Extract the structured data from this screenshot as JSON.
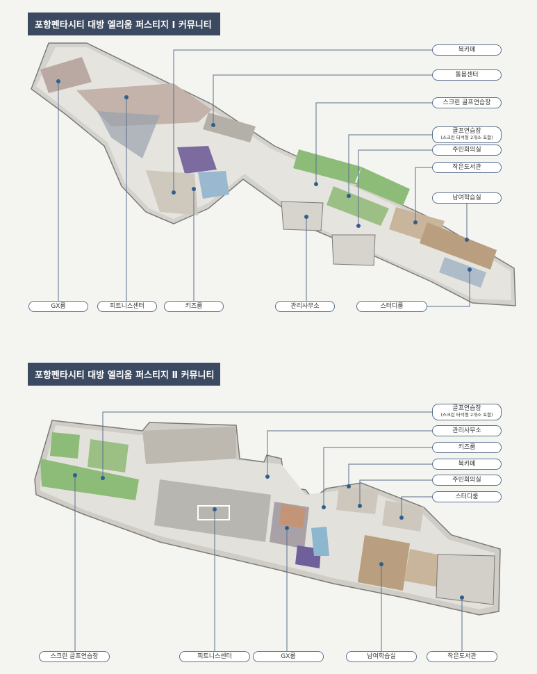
{
  "community1": {
    "title": "포항펜타시티 대방 엘리움 퍼스티지 Ⅰ  커뮤니티",
    "labels": {
      "book_cafe": "북카페",
      "care_center": "돌봄센터",
      "screen_golf": "스크린 골프연습장",
      "golf_practice": "골프연습장",
      "golf_practice_note": "(스크린 타석형 2개소 포함)",
      "residents_meeting": "주민회의실",
      "small_library": "작은도서관",
      "study_hall": "남여학습실",
      "gx_room": "GX룸",
      "fitness_center": "피트니스센터",
      "kids_room": "키즈룸",
      "management_office": "관리사무소",
      "study_room": "스터디룸"
    }
  },
  "community2": {
    "title": "포항펜타시티 대방 엘리움 퍼스티지 Ⅱ  커뮤니티",
    "labels": {
      "golf_practice": "골프연습장",
      "golf_practice_note": "(스크린 타석형 2개소 포함)",
      "management_office": "관리사무소",
      "kids_room": "키즈룸",
      "book_cafe": "북카페",
      "residents_meeting": "주민회의실",
      "study_room": "스터디룸",
      "screen_golf": "스크린 골프연습장",
      "fitness_center": "피트니스센터",
      "gx_room": "GX룸",
      "study_hall": "남여학습실",
      "small_library": "작은도서관"
    }
  },
  "colors": {
    "title_bg": "#3b4a60",
    "leader_line": "#5a6f8c",
    "marker": "#2f5f8e",
    "golf_green": "#8dbb78"
  }
}
